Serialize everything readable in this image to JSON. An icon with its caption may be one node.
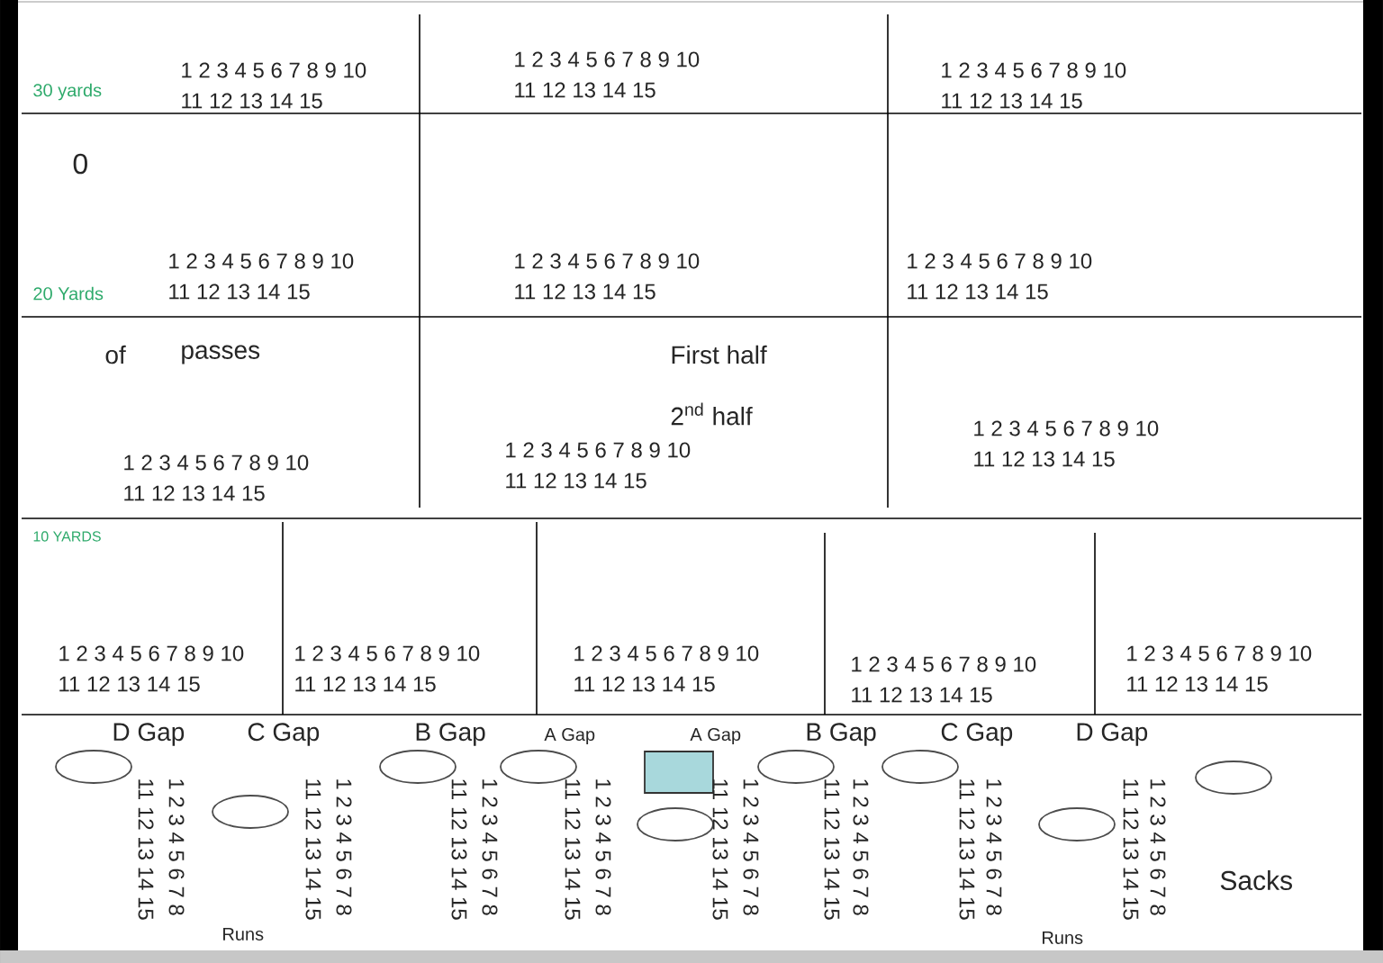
{
  "diagram": {
    "nodes": [
      {
        "text": [],
        "shape": "ellipse"
      },
      {
        "text": [],
        "shape": "ellipse"
      },
      {
        "text": [],
        "shape": "ellipse"
      },
      {
        "text": [],
        "shape": "ellipse"
      },
      {
        "text": [],
        "shape": "ellipse"
      },
      {
        "text": [],
        "shape": "box"
      },
      {
        "text": [],
        "shape": "ellipse"
      },
      {
        "text": [],
        "shape": "ellipse"
      },
      {
        "text": [],
        "shape": "ellipse"
      },
      {
        "text": [],
        "shape": "ellipse"
      }
    ],
    "edges": [],
    "labels": [
      "30 yards",
      "1 2 3 4 5 6 7 8 9 10",
      "11 12 13 14 15",
      "1 2 3 4 5 6 7 8 9 10",
      "11 12 13 14 15",
      "1 2 3 4 5 6 7 8 9 10",
      "11 12 13 14 15",
      "0",
      "1 2 3 4 5 6 7 8 9 10",
      "11 12 13 14 15",
      "20 Yards",
      "1 2 3 4 5 6 7 8 9 10",
      "11 12 13 14 15",
      "1 2 3 4 5 6 7 8 9 10",
      "11 12 13 14 15",
      "of",
      "passes",
      "First half",
      "2$^{nd}$ half",
      "1 2 3 4 5 6 7 8 9 10",
      "11 12 13 14 15",
      "1 2 3 4 5 6 7 8 9 10",
      "11 12 13 14 15",
      "1 2 3 4 5 6 7 8 9 10",
      "11 12 13 14 15",
      "10 YARDS",
      "1 2 3 4 5 6 7 8 9 10",
      "11 12 13 14 15",
      "1 2 3 4 5 6 7 8 9 10",
      "11 12 13 14 15",
      "1 2 3 4 5 6 7 8 9 10",
      "11 12 13 14 15",
      "1 2 3 4 5 6 7 8 9 10",
      "11 12 13 14 15",
      "1 2 3 4 5 6 7 8 9 10",
      "11 12 13 14 15",
      "D Gap",
      "C Gap",
      "B Gap",
      "A Gap",
      "A Gap",
      "B Gap",
      "C Gap",
      "D Gap",
      "1 2 3 4 5 6 7 8",
      "11 12 13 14 15",
      "1 2 3 4 5 6 7 8",
      "11 12 13 14 15",
      "1 2 3 4 5 6 7 8",
      "11 12 13 14 15",
      "1 2 3 4 5 6 7 8",
      "11 12 13 14 15",
      "1 2 3 4 5 6 7 8",
      "11 12 13 14 15",
      "1 2 3 4 5 6 7 8",
      "11 12 13 14 15",
      "1 2 3 4 5 6 7 8",
      "11 12 13 14 15",
      "1 2 3 4 5 6 7 8",
      "11 12 13 14 15",
      "Runs",
      "Runs",
      "Sacks"
    ]
  }
}
